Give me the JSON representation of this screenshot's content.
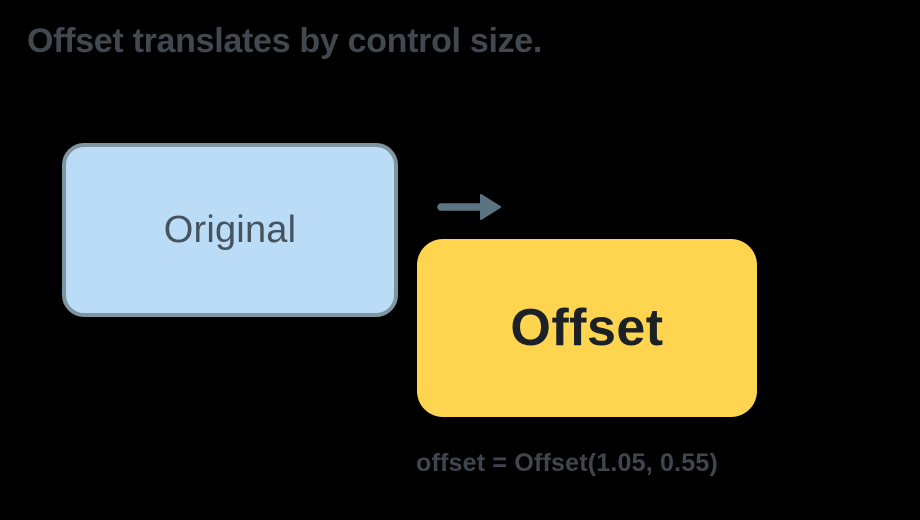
{
  "title": "Offset translates by control size.",
  "diagram": {
    "original_box": {
      "label": "Original",
      "fill_color": "#bbdcf6",
      "border_color": "#7f95a2",
      "label_color": "#46525d"
    },
    "arrow": {
      "icon": "arrow-right-icon",
      "color": "#5c7481",
      "direction": "right"
    },
    "offset_box": {
      "label": "Offset",
      "fill_color": "#ffd54f",
      "label_color": "#1c2127"
    },
    "caption": "offset = Offset(1.05, 0.55)"
  },
  "colors": {
    "background": "#000000",
    "title_text": "#42484f",
    "caption_text": "#3f464e"
  }
}
